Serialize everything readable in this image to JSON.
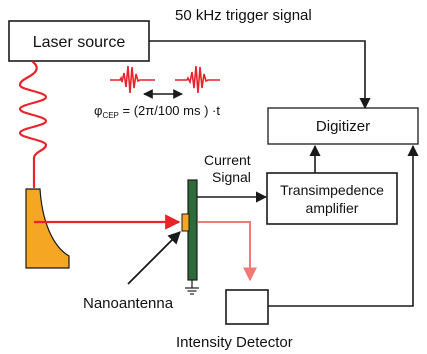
{
  "colors": {
    "line": "#1a1a1a",
    "laser": "#e8242a",
    "laser_light": "#f07a76",
    "mirror": "#f5a623",
    "antenna_substrate": "#2e6b3a",
    "antenna": "#f5a623"
  },
  "boxes": {
    "laser_source": "Laser source",
    "digitizer": "Digitizer",
    "amplifier_line1": "Transimpedence",
    "amplifier_line2": "amplifier"
  },
  "labels": {
    "trigger": "50 kHz trigger signal",
    "current_line1": "Current",
    "current_line2": "Signal",
    "nanoantenna": "Nanoantenna",
    "intensity_detector": "Intensity Detector"
  },
  "formula": {
    "phi": "φ",
    "subscript": "CEP",
    "body": " = (2π/100 ms ) ·t"
  }
}
